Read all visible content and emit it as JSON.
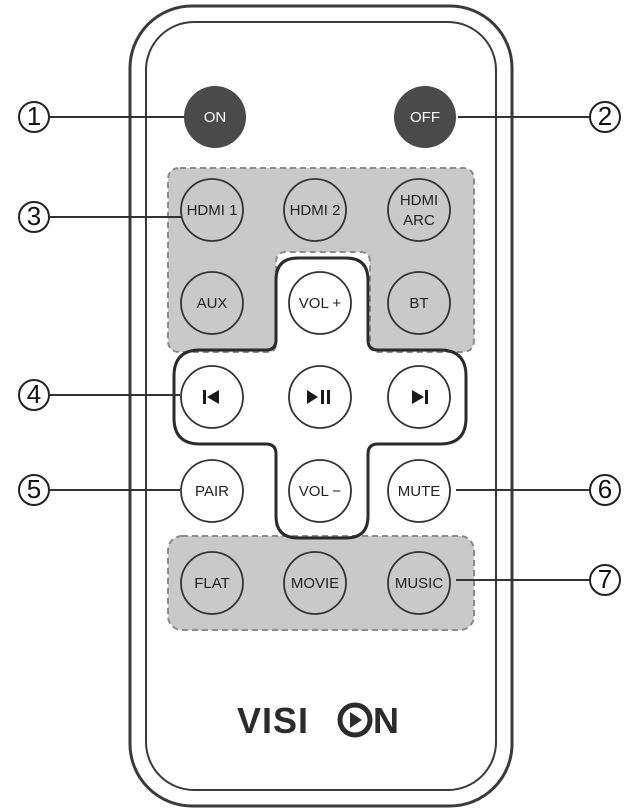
{
  "callouts": [
    "1",
    "2",
    "3",
    "4",
    "5",
    "6",
    "7"
  ],
  "buttons": {
    "on": "ON",
    "off": "OFF",
    "hdmi1": "HDMI 1",
    "hdmi2": "HDMI 2",
    "hdmi_arc_line1": "HDMI",
    "hdmi_arc_line2": "ARC",
    "aux": "AUX",
    "vol_up": "VOL +",
    "bt": "BT",
    "pair": "PAIR",
    "vol_down": "VOL −",
    "mute": "MUTE",
    "flat": "FLAT",
    "movie": "MOVIE",
    "music": "MUSIC"
  },
  "icons": [
    "previous-track-icon",
    "play-pause-icon",
    "next-track-icon"
  ],
  "brand": {
    "left": "VISI",
    "right": "N"
  },
  "colors": {
    "dark_button": "#4a4a4a",
    "grey_button": "#c9c9c9",
    "group_fill": "#c9c9c9",
    "outline": "#333333"
  }
}
